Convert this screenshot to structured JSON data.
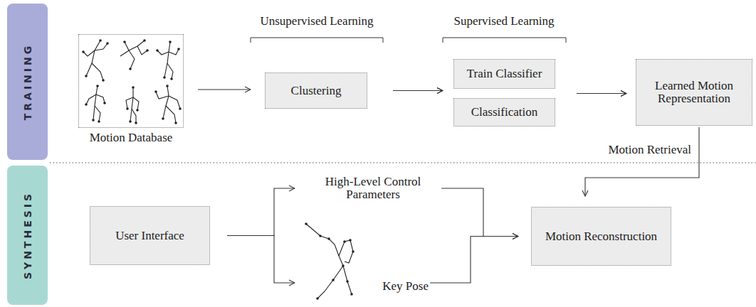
{
  "diagram": {
    "nodes": [
      {
        "text": [
          "TRAINING"
        ]
      },
      {
        "text": [
          "Motion Database"
        ]
      },
      {
        "text": [
          "Clustering"
        ]
      },
      {
        "text": [
          "Train Classifier"
        ]
      },
      {
        "text": [
          "Classification"
        ]
      },
      {
        "text": [
          "Learned Motion Representation"
        ]
      },
      {
        "text": [
          "SYNTHESIS"
        ]
      },
      {
        "text": [
          "User Interface"
        ]
      },
      {
        "text": [
          "High-Level Control Parameters"
        ]
      },
      {
        "text": [
          "Key Pose"
        ]
      },
      {
        "text": [
          "Motion Reconstruction"
        ]
      }
    ],
    "edges": [
      {
        "from": 1,
        "to": 2,
        "arrow": "to"
      },
      {
        "from": 2,
        "to": 3,
        "arrow": "to"
      },
      {
        "from": 2,
        "to": 4,
        "arrow": "to"
      },
      {
        "from": 3,
        "to": 5,
        "arrow": "to"
      },
      {
        "from": 4,
        "to": 5,
        "arrow": "to"
      },
      {
        "from": 5,
        "to": 10,
        "label": "Motion Retrieval",
        "arrow": "to"
      },
      {
        "from": 7,
        "to": 8,
        "arrow": "to"
      },
      {
        "from": 7,
        "to": 9,
        "arrow": "to"
      },
      {
        "from": 8,
        "to": 10,
        "arrow": "to"
      },
      {
        "from": 9,
        "to": 10,
        "arrow": "to"
      }
    ],
    "labels": [
      "Unsupervised Learning",
      "Supervised Learning"
    ]
  }
}
